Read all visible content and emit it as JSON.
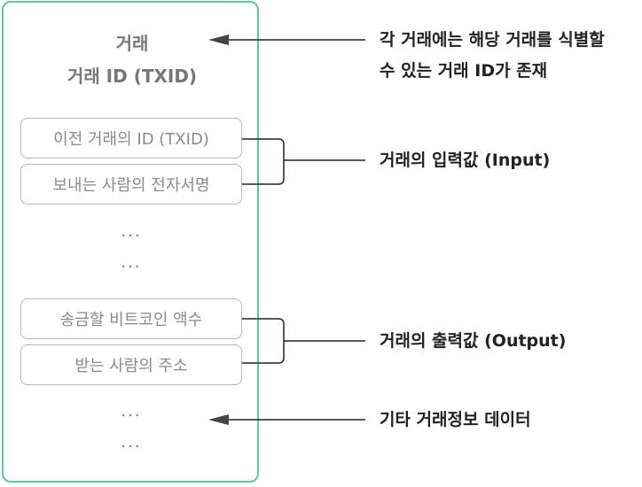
{
  "transaction": {
    "title": "거래",
    "txid": "거래 ID (TXID)",
    "input_fields": [
      "이전 거래의 ID (TXID)",
      "보내는 사람의 전자서명"
    ],
    "output_fields": [
      "송금할 비트코인 액수",
      "받는 사람의 주소"
    ],
    "ellipsis": "···"
  },
  "annotations": {
    "txid_line1": "각 거래에는 해당 거래를 식별할",
    "txid_line2": "수 있는 거래 ID가 존재",
    "input": "거래의 입력값 (Input)",
    "output": "거래의 출력값 (Output)",
    "other": "기타 거래정보 데이터"
  },
  "colors": {
    "panel_border": "#5fc79a",
    "box_border": "#b9b9b9",
    "box_text": "#8a8a8a",
    "annotation_text": "#222222"
  }
}
